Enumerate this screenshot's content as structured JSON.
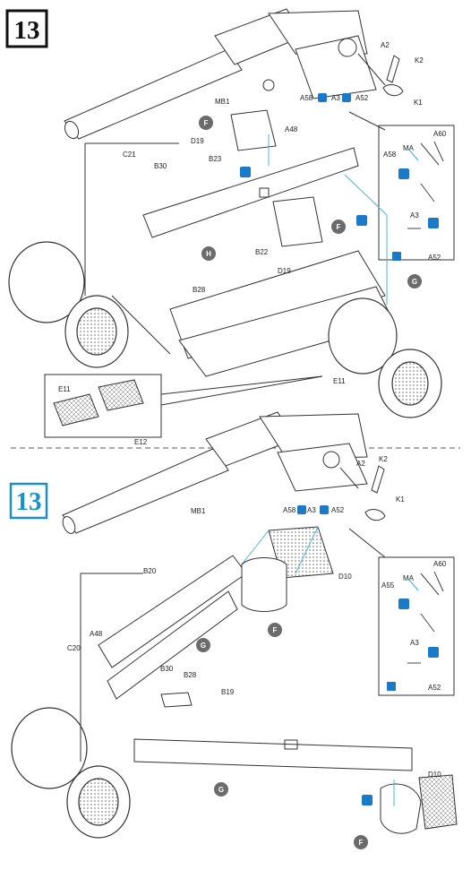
{
  "colors": {
    "step_top": "#111111",
    "step_bottom": "#1a8fd0",
    "icon_blue": "#1a79c9",
    "arrow_cyan": "#4fb4e0",
    "part_badge": "#6b6b6b",
    "line": "#333333"
  },
  "top": {
    "step": "13",
    "labels": {
      "a2": "A2",
      "k2": "K2",
      "k1": "K1",
      "mb1": "MB1",
      "a58": "A58",
      "a3": "A3",
      "a52": "A52",
      "d19": "D19",
      "a48": "A48",
      "c21": "C21",
      "b30": "B30",
      "b23": "B23",
      "b22": "B22",
      "d19b": "D19",
      "b28": "B28",
      "e11": "E11",
      "e11b": "E11",
      "e12": "E12"
    },
    "badges": {
      "f": "F",
      "h": "H",
      "f2": "F",
      "g": "G"
    },
    "inset": {
      "a60": "A60",
      "a58": "A58",
      "ma": "MA",
      "a3": "A3",
      "a52": "A52"
    }
  },
  "bottom": {
    "step": "13",
    "labels": {
      "a2": "A2",
      "k2": "K2",
      "k1": "K1",
      "mb1": "MB1",
      "a58": "A58",
      "a3": "A3",
      "a52": "A52",
      "d10": "D10",
      "b20": "B20",
      "a48": "A48",
      "c20": "C20",
      "b30": "B30",
      "b28": "B28",
      "b19": "B19",
      "d10b": "D10"
    },
    "badges": {
      "f": "F",
      "g": "G",
      "g2": "G",
      "f2": "F"
    },
    "inset": {
      "a60": "A60",
      "a55": "A55",
      "ma": "MA",
      "a3": "A3",
      "a52": "A52"
    }
  }
}
